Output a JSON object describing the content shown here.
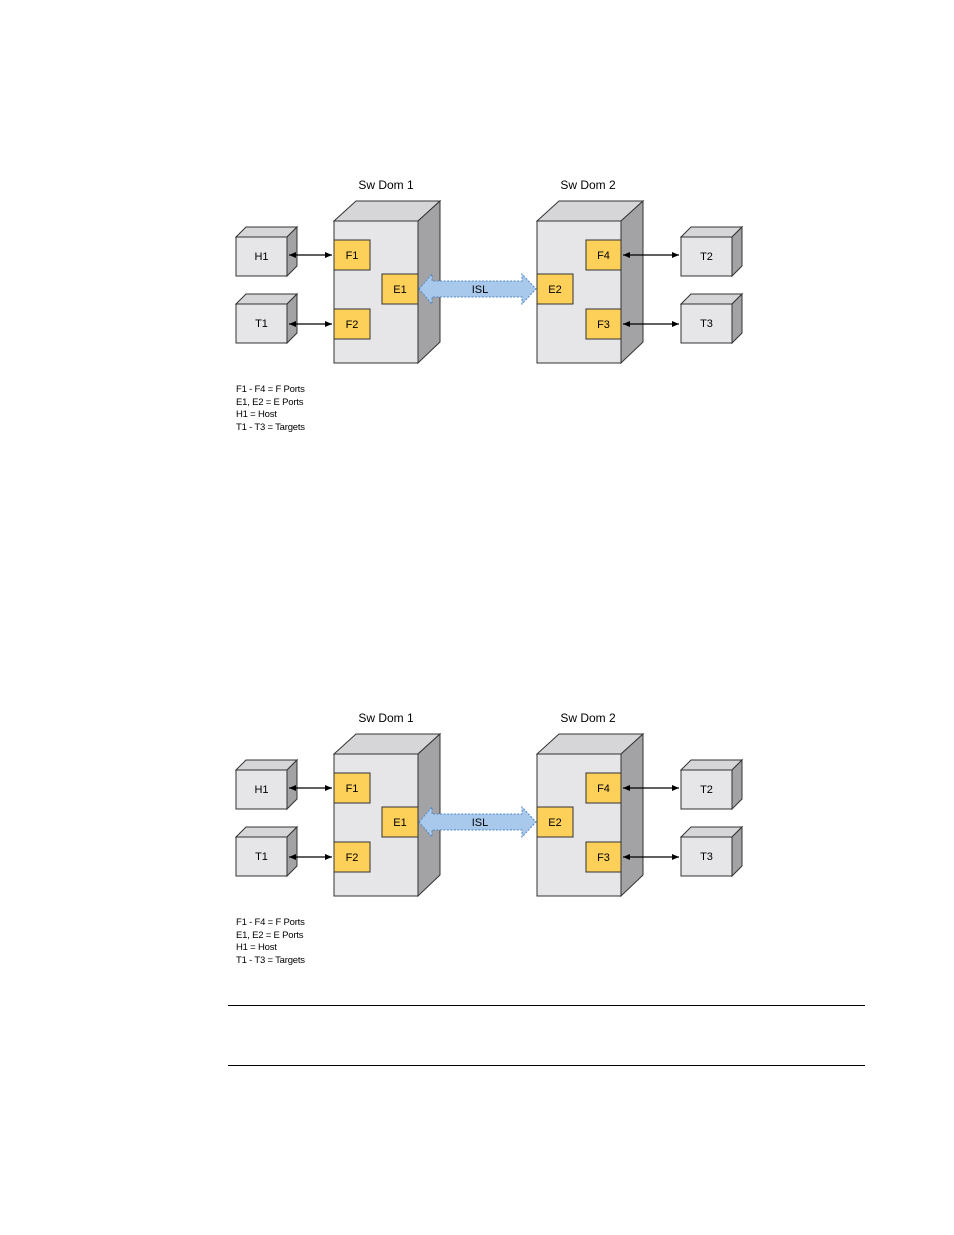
{
  "figures": [
    {
      "switches": [
        {
          "title": "Sw Dom 1",
          "ports": {
            "top": "F1",
            "bottom": "F2",
            "e": "E1"
          }
        },
        {
          "title": "Sw Dom 2",
          "ports": {
            "top": "F4",
            "bottom": "F3",
            "e": "E2"
          }
        }
      ],
      "devices": {
        "left_top": "H1",
        "left_bottom": "T1",
        "right_top": "T2",
        "right_bottom": "T3"
      },
      "link_label": "ISL",
      "legend": [
        "F1 - F4 = F Ports",
        "E1, E2 = E Ports",
        "H1 = Host",
        "T1 - T3 = Targets"
      ]
    },
    {
      "switches": [
        {
          "title": "Sw Dom 1",
          "ports": {
            "top": "F1",
            "bottom": "F2",
            "e": "E1"
          }
        },
        {
          "title": "Sw Dom 2",
          "ports": {
            "top": "F4",
            "bottom": "F3",
            "e": "E2"
          }
        }
      ],
      "devices": {
        "left_top": "H1",
        "left_bottom": "T1",
        "right_top": "T2",
        "right_bottom": "T3"
      },
      "link_label": "ISL",
      "legend": [
        "F1 - F4 = F Ports",
        "E1, E2 = E Ports",
        "H1 = Host",
        "T1 - T3 = Targets"
      ]
    }
  ],
  "colors": {
    "port_fill": "#fdd05a",
    "box_front": "#e6e5e8",
    "box_top": "#d6d5d8",
    "box_side": "#a3a3a6",
    "isl_fill": "#a9c9ec",
    "isl_stroke": "#4f87c7"
  }
}
